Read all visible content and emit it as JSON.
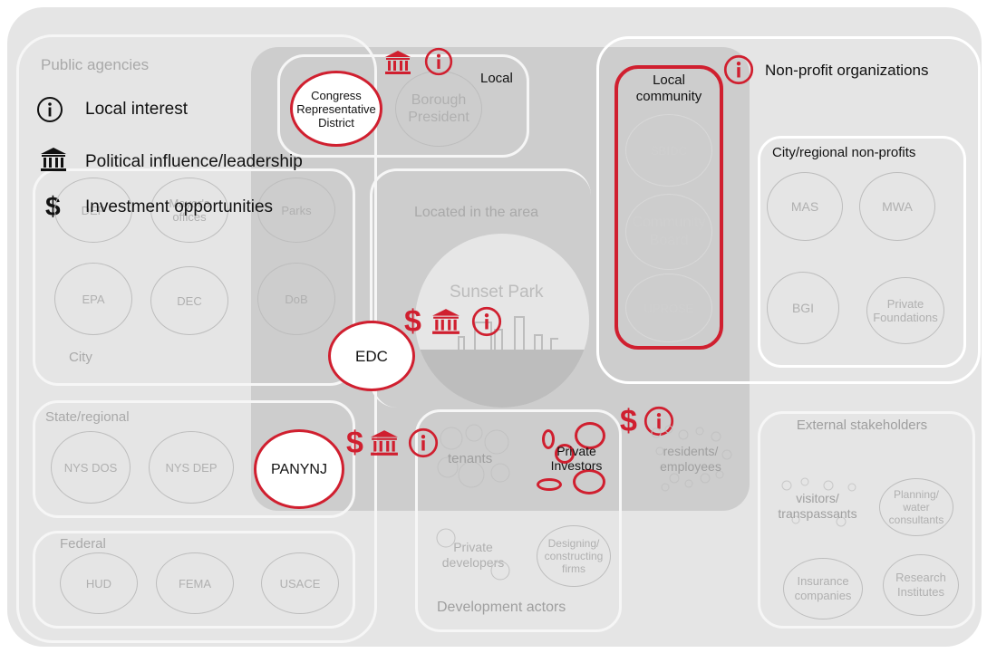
{
  "colors": {
    "accent": "#d01f2f",
    "background": "#e5e5e5",
    "zone": "#cdcdcd"
  },
  "legend": {
    "title": "Public agencies",
    "local_interest": "Local interest",
    "political": "Political influence/leadership",
    "investment": "Investment opportunities"
  },
  "public": {
    "city_label": "City",
    "city_items": [
      "DEP",
      "Mayor's offices",
      "Parks",
      "EPA",
      "DEC",
      "DoB"
    ],
    "state_label": "State/regional",
    "state_items": [
      "NYS DOS",
      "NYS DEP"
    ],
    "federal_label": "Federal",
    "federal_items": [
      "HUD",
      "FEMA",
      "USACE"
    ]
  },
  "local": {
    "label": "Local",
    "congress": "Congress Representative District",
    "borough": "Borough President"
  },
  "area": {
    "label": "Located in the area",
    "sunset_park": "Sunset Park",
    "edc": "EDC",
    "panynj": "PANYNJ",
    "tenants": "tenants",
    "private_investors": "Private Investors",
    "residents": "residents/ employees"
  },
  "nonprofit": {
    "title": "Non-profit organizations",
    "local_community": "Local community",
    "local_items": [
      "SBIDC",
      "Community Board",
      "UPROSE"
    ],
    "city_title": "City/regional non-profits",
    "city_items": [
      "MAS",
      "MWA",
      "BGI",
      "Private Foundations"
    ]
  },
  "development": {
    "label": "Development actors",
    "private_developers": "Private developers",
    "designing": "Designing/ constructing firms"
  },
  "external": {
    "label": "External stakeholders",
    "visitors": "visitors/ transpassants",
    "planning": "Planning/ water consultants",
    "insurance": "Insurance companies",
    "research": "Research Institutes"
  }
}
